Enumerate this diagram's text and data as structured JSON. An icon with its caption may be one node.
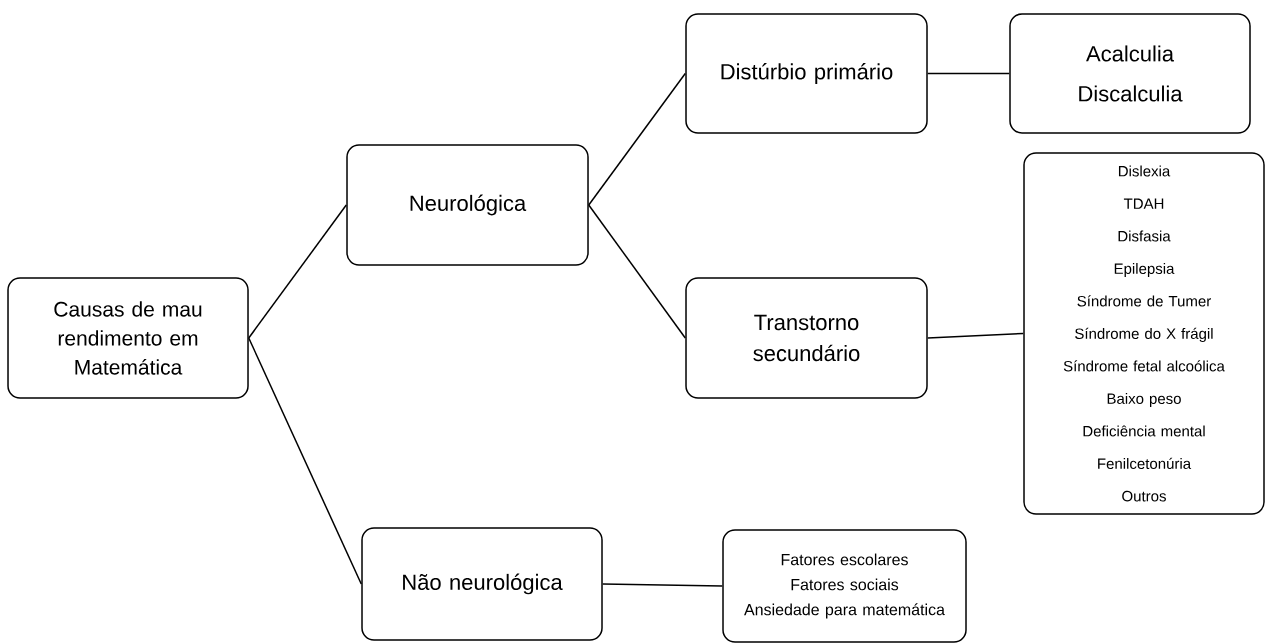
{
  "diagram": {
    "nodes": [
      {
        "text": [
          "Causas de mau rendimento em Matemática"
        ]
      },
      {
        "text": [
          "Neurológica"
        ]
      },
      {
        "text": [
          "Não neurológica"
        ]
      },
      {
        "text": [
          "Distúrbio primário"
        ]
      },
      {
        "text": [
          "Transtorno secundário"
        ]
      },
      {
        "text": [
          "Acalculia",
          "Discalculia"
        ]
      },
      {
        "text": [
          "Dislexia",
          "TDAH",
          "Disfasia",
          "Epilepsia",
          "Síndrome de Tumer",
          "Síndrome do X frágil",
          "Síndrome fetal alcoólica",
          "Baixo peso",
          "Deficiência mental",
          "Fenilcetonúria",
          "Outros"
        ]
      },
      {
        "text": [
          "Fatores escolares",
          "Fatores sociais",
          "Ansiedade para matemática"
        ]
      }
    ],
    "edges": [
      {
        "from": 0,
        "to": 1,
        "arrow": "none"
      },
      {
        "from": 0,
        "to": 2,
        "arrow": "none"
      },
      {
        "from": 1,
        "to": 3,
        "arrow": "none"
      },
      {
        "from": 1,
        "to": 4,
        "arrow": "none"
      },
      {
        "from": 3,
        "to": 5,
        "arrow": "none"
      },
      {
        "from": 4,
        "to": 6,
        "arrow": "none"
      },
      {
        "from": 2,
        "to": 7,
        "arrow": "none"
      }
    ]
  }
}
